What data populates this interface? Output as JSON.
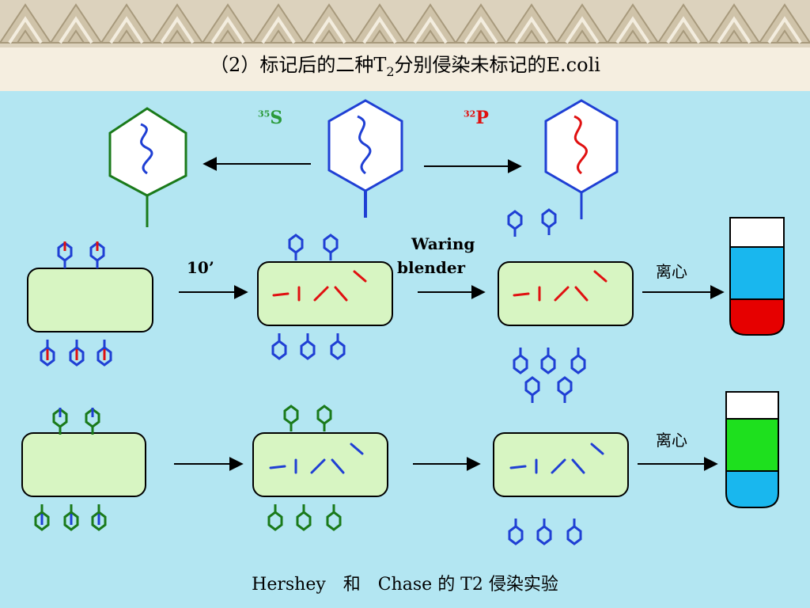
{
  "title": {
    "prefix": "（2）标记后的二种T",
    "sub": "2",
    "suffix": "分别侵染未标记的E.coli"
  },
  "isotopes": {
    "sulfur": {
      "mass": "35",
      "symbol": "S",
      "color": "#2a9a3a"
    },
    "phosphorus": {
      "mass": "32",
      "symbol": "P",
      "color": "#e01010"
    }
  },
  "labels": {
    "time": "10’",
    "blender_1": "Waring",
    "blender_2": "blender",
    "centrifuge_top": "离心",
    "centrifuge_bottom": "离心"
  },
  "caption": "Hershey　和　Chase 的 T2 侵染实验",
  "colors": {
    "background": "#b3e6f2",
    "cell_fill": "#d7f5c2",
    "phage_blue": "#1f3fd4",
    "phage_green": "#1a7a1a",
    "dna_red": "#e01010",
    "tube_blue": "#19b7ee",
    "tube_red": "#e60000",
    "tube_green": "#1ee01e"
  }
}
